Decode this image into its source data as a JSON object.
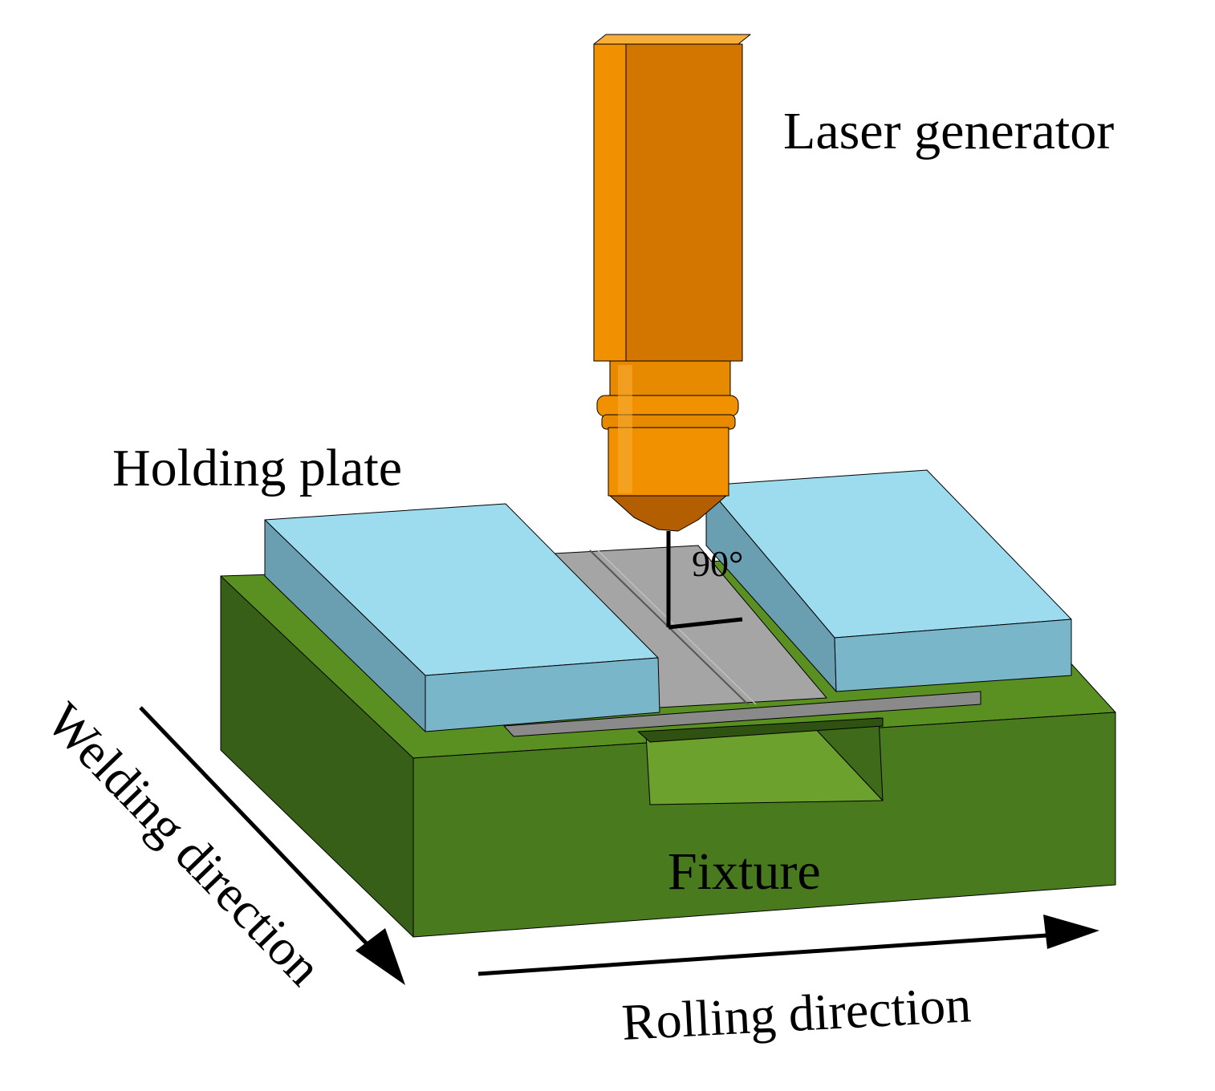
{
  "labels": {
    "laser_generator": "Laser generator",
    "holding_plate": "Holding plate",
    "angle": "90°",
    "fixture": "Fixture",
    "welding_direction": "Welding direction",
    "rolling_direction": "Rolling direction"
  },
  "colors": {
    "laser_front": "#F29100",
    "laser_side": "#D27600",
    "laser_top": "#F8AE3A",
    "nozzle": "#B35E00",
    "plate_top": "#9DDCEE",
    "plate_front": "#7AB6C9",
    "plate_side": "#6A9EB1",
    "sheet_top": "#A5A5A5",
    "sheet_edge": "#888888",
    "fixture_top": "#5A8F22",
    "fixture_front": "#4A7A1E",
    "fixture_side": "#385F17",
    "fixture_groove": "#6BA12C",
    "arrow": "#000000"
  }
}
